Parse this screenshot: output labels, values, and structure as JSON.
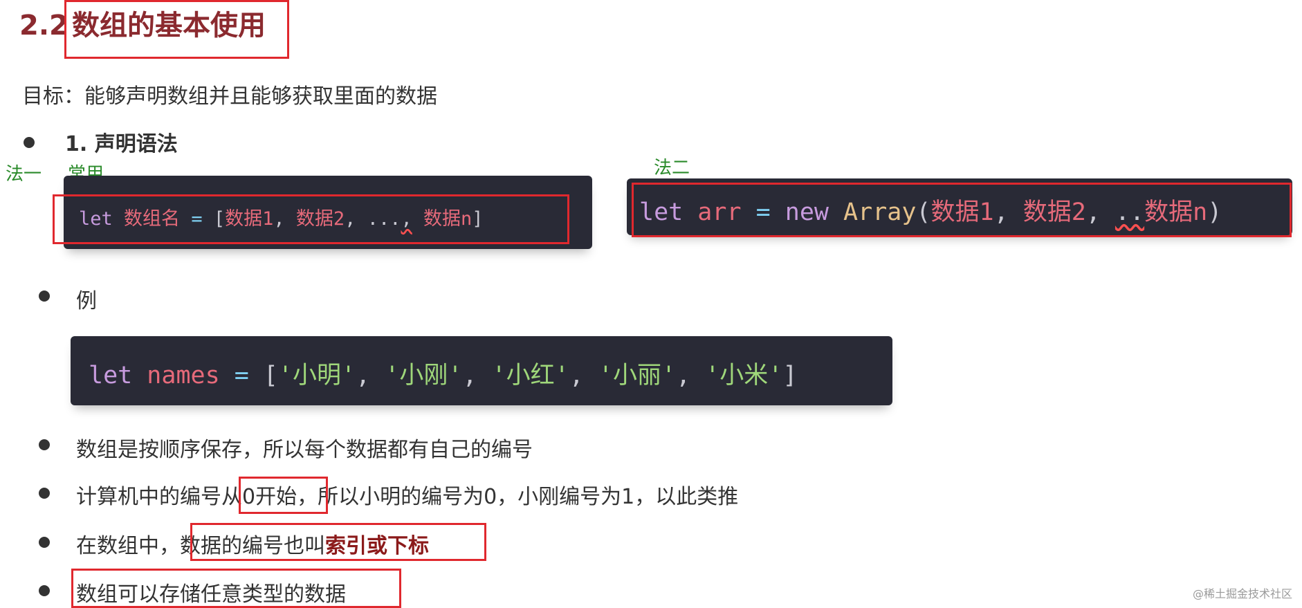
{
  "heading": {
    "number": "2.2",
    "text": "数组的基本使用"
  },
  "goal": "目标：能够声明数组并且能够获取里面的数据",
  "section1": {
    "title": "1. 声明语法"
  },
  "annotations": {
    "method1": "法一",
    "common": "常用",
    "method2": "法二"
  },
  "code1": {
    "kw": "let",
    "name": "数组名",
    "op": "=",
    "open": "[",
    "item1": "数据1",
    "sep1": ",",
    "item2": "数据2",
    "sep2": ",",
    "ellipsis": "...",
    "sep3": ",",
    "itemn": "数据n",
    "close": "]"
  },
  "code2": {
    "kw": "let",
    "name": "arr",
    "op": "=",
    "new": "new",
    "cls": "Array",
    "open": "(",
    "item1": "数据1",
    "sep1": ",",
    "item2": "数据2",
    "sep2": ",",
    "dots": "..",
    "itemn": "数据n",
    "close": ")"
  },
  "example_label": "例",
  "code3": {
    "kw": "let",
    "name": "names",
    "op": "=",
    "open": "[",
    "items": [
      "'小明'",
      "'小刚'",
      "'小红'",
      "'小丽'",
      "'小米'"
    ],
    "sep": ",",
    "close": "]"
  },
  "bullets": {
    "b1": "数组是按顺序保存，所以每个数据都有自己的编号",
    "b2_pre": "计算机中的编号",
    "b2_box": "从0开始",
    "b2_post": "，所以小明的编号为0，小刚编号为1，以此类推",
    "b3_pre": "在数组中，",
    "b3_mid": "数据的编号也叫",
    "b3_bold": "索引或下标",
    "b4": "数组可以存储任意类型的数据"
  },
  "watermark": "@稀土掘金技术社区",
  "colors": {
    "heading": "#8b2a2f",
    "box": "#e0282e",
    "code_bg": "#292a36",
    "annotation": "#2a8a2a"
  }
}
